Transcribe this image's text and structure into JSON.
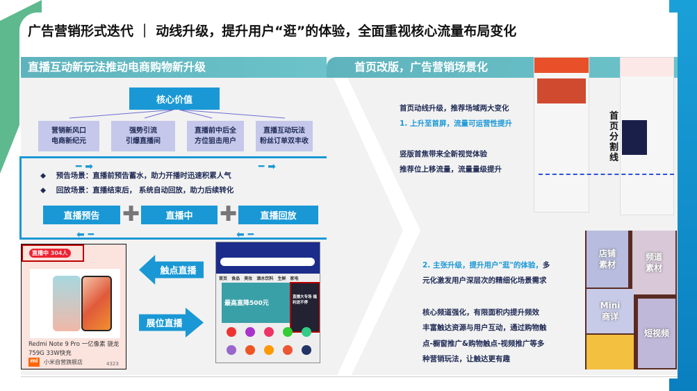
{
  "title": "广告营销形式迭代 ｜ 动线升级，提升用户“逛”的体验，全面重视核心流量布局变化",
  "left": {
    "header": "直播互动新玩法推动电商购物新升级",
    "core_value": "核心价值",
    "values": [
      [
        "营销新风口",
        "电商新纪元"
      ],
      [
        "强势引流",
        "引爆直播间"
      ],
      [
        "直播前中后全",
        "方位狙击用户"
      ],
      [
        "直播互动玩法",
        "粉丝订单双丰收"
      ]
    ],
    "bullets": [
      "预告场景：直播前预告蓄水，助力开播时迅速积累人气",
      "回放场景：直播结束后， 系统自动回放，助力后续转化"
    ],
    "stages": [
      "直播预告",
      "直播中",
      "直播回放"
    ],
    "card": {
      "live_badge": "直播中",
      "viewers": "304人",
      "product": "Redmi Note 9 Pro 一亿像素 骁龙759G 33W快充",
      "store": "小米自营旗舰店",
      "likes": "4323"
    },
    "arrow_left": "触点直播",
    "arrow_right": "展位直播",
    "phone": {
      "tabs": [
        "首页",
        "食品",
        "美妆",
        "酒水饮料",
        "生鲜",
        "家电"
      ],
      "banner": "最高直降500元",
      "live_card": "直播大专场 福利送不停"
    }
  },
  "right": {
    "header": "首页改版，广告营销场景化",
    "top_lines": [
      "首页动线升级，推荐场域两大变化",
      "1. 上升至首屏，流量可运营性提升",
      "竖版首焦带来全新视觉体验",
      "推荐位上移流量，流量量级提升"
    ],
    "divider_label": "首页分割线",
    "point2_highlight": "2. 主张升级，提升用户\"逛\"的体验，",
    "point2_rest": "多",
    "point2_line2": "元化激发用户深层次的精细化场景需求",
    "bottom_lines": [
      "核心频道强化，有限面积内提升频效",
      "丰富触达资源与用户互动，通过购物触",
      "点-橱窗推广&购物触点-视频推广等多",
      "种营销玩法，让触达更有趣"
    ],
    "tiles": [
      "店铺素材",
      "频道素材",
      "Mini商详",
      "短视频"
    ]
  },
  "colors": {
    "accent": "#1a98d5",
    "band": "#5fb3bd",
    "lavender": "#c5c8eb",
    "green": "#5fb98f"
  }
}
